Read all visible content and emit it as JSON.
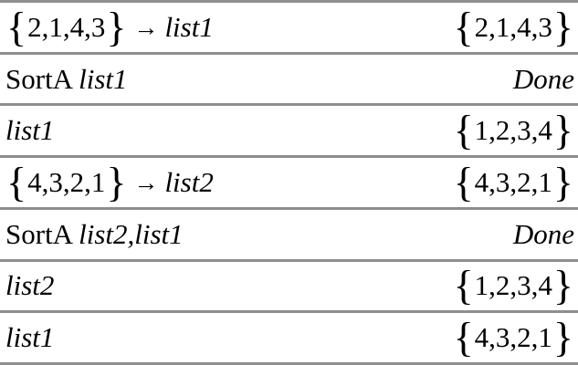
{
  "colors": {
    "background": "#ffffff",
    "divider": "#8e8e8e",
    "text": "#000000"
  },
  "history": {
    "rows": [
      {
        "input": [
          {
            "text": "{",
            "kind": "brace"
          },
          {
            "text": "2,1,4,3",
            "kind": "plain"
          },
          {
            "text": "}",
            "kind": "brace"
          },
          {
            "text": "→",
            "kind": "arrow"
          },
          {
            "text": "list1",
            "kind": "var"
          }
        ],
        "output": [
          {
            "text": "{",
            "kind": "brace"
          },
          {
            "text": "2,1,4,3",
            "kind": "plain"
          },
          {
            "text": "}",
            "kind": "brace"
          }
        ]
      },
      {
        "input": [
          {
            "text": "SortA ",
            "kind": "plain"
          },
          {
            "text": "list1",
            "kind": "var"
          }
        ],
        "output": [
          {
            "text": "Done",
            "kind": "var"
          }
        ]
      },
      {
        "input": [
          {
            "text": "list1",
            "kind": "var"
          }
        ],
        "output": [
          {
            "text": "{",
            "kind": "brace"
          },
          {
            "text": "1,2,3,4",
            "kind": "plain"
          },
          {
            "text": "}",
            "kind": "brace"
          }
        ]
      },
      {
        "input": [
          {
            "text": "{",
            "kind": "brace"
          },
          {
            "text": "4,3,2,1",
            "kind": "plain"
          },
          {
            "text": "}",
            "kind": "brace"
          },
          {
            "text": "→",
            "kind": "arrow"
          },
          {
            "text": "list2",
            "kind": "var"
          }
        ],
        "output": [
          {
            "text": "{",
            "kind": "brace"
          },
          {
            "text": "4,3,2,1",
            "kind": "plain"
          },
          {
            "text": "}",
            "kind": "brace"
          }
        ]
      },
      {
        "input": [
          {
            "text": "SortA ",
            "kind": "plain"
          },
          {
            "text": "list2,list1",
            "kind": "var"
          }
        ],
        "output": [
          {
            "text": "Done",
            "kind": "var"
          }
        ]
      },
      {
        "input": [
          {
            "text": "list2",
            "kind": "var"
          }
        ],
        "output": [
          {
            "text": "{",
            "kind": "brace"
          },
          {
            "text": "1,2,3,4",
            "kind": "plain"
          },
          {
            "text": "}",
            "kind": "brace"
          }
        ]
      },
      {
        "input": [
          {
            "text": "list1",
            "kind": "var"
          }
        ],
        "output": [
          {
            "text": "{",
            "kind": "brace"
          },
          {
            "text": "4,3,2,1",
            "kind": "plain"
          },
          {
            "text": "}",
            "kind": "brace"
          }
        ]
      }
    ]
  }
}
